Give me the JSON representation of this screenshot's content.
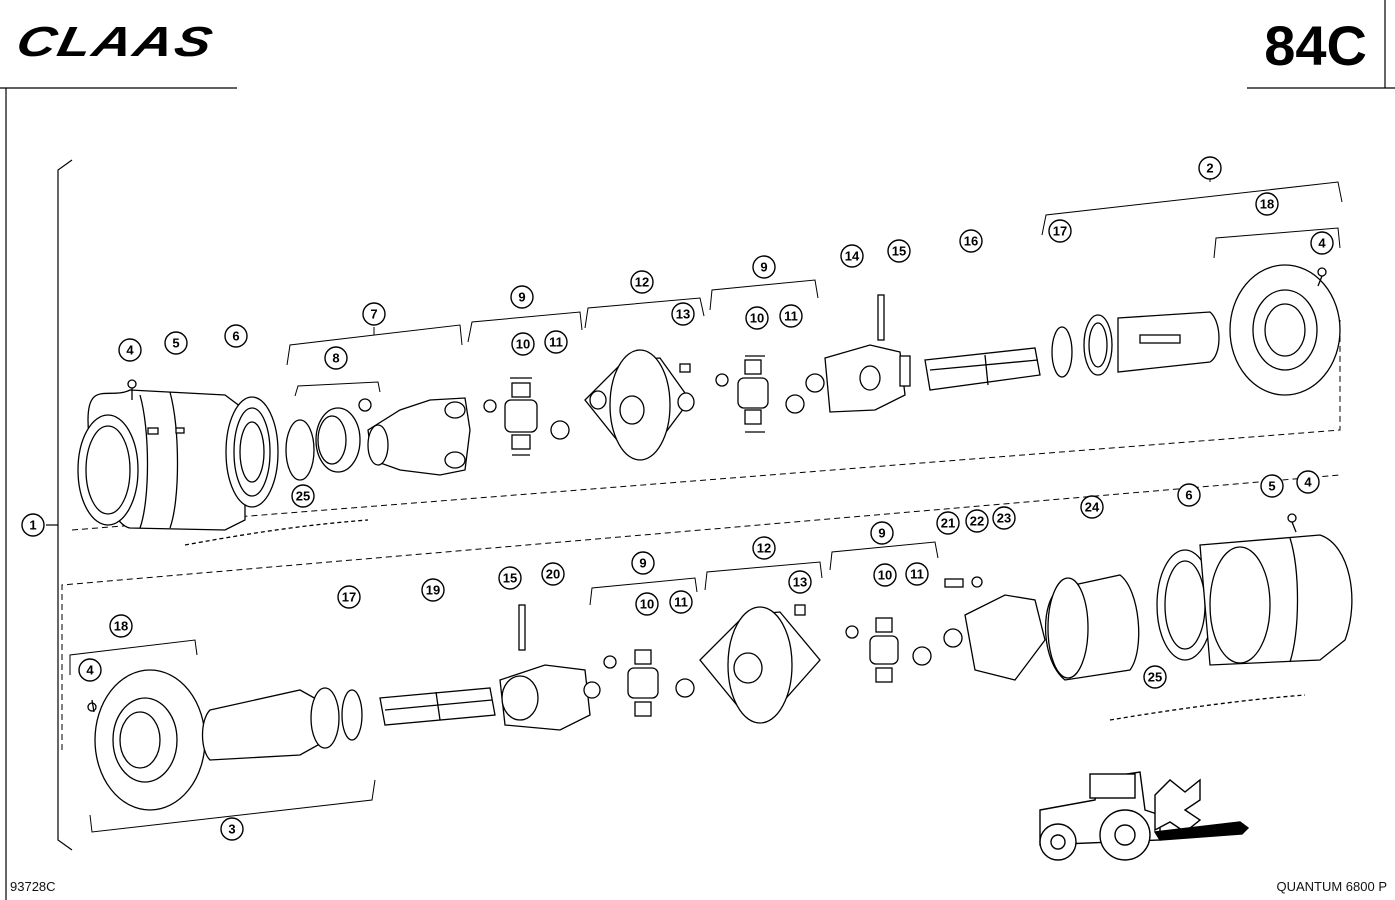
{
  "header": {
    "brand": "CLAAS",
    "page_code": "84C"
  },
  "footer": {
    "drawing_number": "93728C",
    "model": "QUANTUM 6800 P"
  },
  "callouts": [
    {
      "id": "c1",
      "label": "1"
    },
    {
      "id": "c2",
      "label": "2"
    },
    {
      "id": "c3",
      "label": "3"
    },
    {
      "id": "c4a",
      "label": "4"
    },
    {
      "id": "c4b",
      "label": "4"
    },
    {
      "id": "c4c",
      "label": "4"
    },
    {
      "id": "c4d",
      "label": "4"
    },
    {
      "id": "c5a",
      "label": "5"
    },
    {
      "id": "c5b",
      "label": "5"
    },
    {
      "id": "c6a",
      "label": "6"
    },
    {
      "id": "c6b",
      "label": "6"
    },
    {
      "id": "c7",
      "label": "7"
    },
    {
      "id": "c8",
      "label": "8"
    },
    {
      "id": "c9a",
      "label": "9"
    },
    {
      "id": "c9b",
      "label": "9"
    },
    {
      "id": "c9c",
      "label": "9"
    },
    {
      "id": "c9d",
      "label": "9"
    },
    {
      "id": "c10a",
      "label": "10"
    },
    {
      "id": "c10b",
      "label": "10"
    },
    {
      "id": "c10c",
      "label": "10"
    },
    {
      "id": "c10d",
      "label": "10"
    },
    {
      "id": "c11a",
      "label": "11"
    },
    {
      "id": "c11b",
      "label": "11"
    },
    {
      "id": "c11c",
      "label": "11"
    },
    {
      "id": "c11d",
      "label": "11"
    },
    {
      "id": "c12a",
      "label": "12"
    },
    {
      "id": "c12b",
      "label": "12"
    },
    {
      "id": "c13a",
      "label": "13"
    },
    {
      "id": "c13b",
      "label": "13"
    },
    {
      "id": "c14",
      "label": "14"
    },
    {
      "id": "c15a",
      "label": "15"
    },
    {
      "id": "c15b",
      "label": "15"
    },
    {
      "id": "c16",
      "label": "16"
    },
    {
      "id": "c17a",
      "label": "17"
    },
    {
      "id": "c17b",
      "label": "17"
    },
    {
      "id": "c18a",
      "label": "18"
    },
    {
      "id": "c18b",
      "label": "18"
    },
    {
      "id": "c19",
      "label": "19"
    },
    {
      "id": "c20",
      "label": "20"
    },
    {
      "id": "c21",
      "label": "21"
    },
    {
      "id": "c22",
      "label": "22"
    },
    {
      "id": "c23",
      "label": "23"
    },
    {
      "id": "c24",
      "label": "24"
    },
    {
      "id": "c25a",
      "label": "25"
    },
    {
      "id": "c25b",
      "label": "25"
    }
  ]
}
